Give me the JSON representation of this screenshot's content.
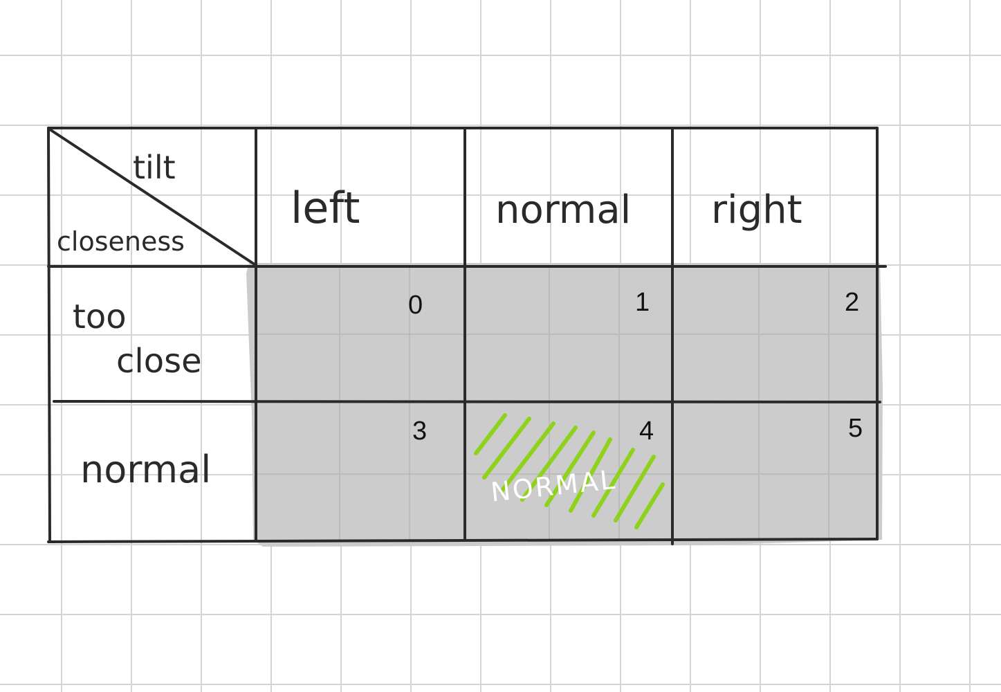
{
  "header": {
    "corner_top": "tilt",
    "corner_bottom": "closeness",
    "columns": [
      "left",
      "normal",
      "right"
    ]
  },
  "rows": [
    {
      "label_lines": [
        "too",
        "close"
      ],
      "cells": [
        "0",
        "1",
        "2"
      ]
    },
    {
      "label_lines": [
        "normal"
      ],
      "cells": [
        "3",
        "4",
        "5"
      ]
    }
  ],
  "highlight": {
    "cell": "4",
    "label": "NORMAL",
    "color": "#8ed21c"
  },
  "colors": {
    "grid_paper": "#d4d4d4",
    "cell_fill": "#cccccc",
    "ink": "#2a2a2a"
  }
}
